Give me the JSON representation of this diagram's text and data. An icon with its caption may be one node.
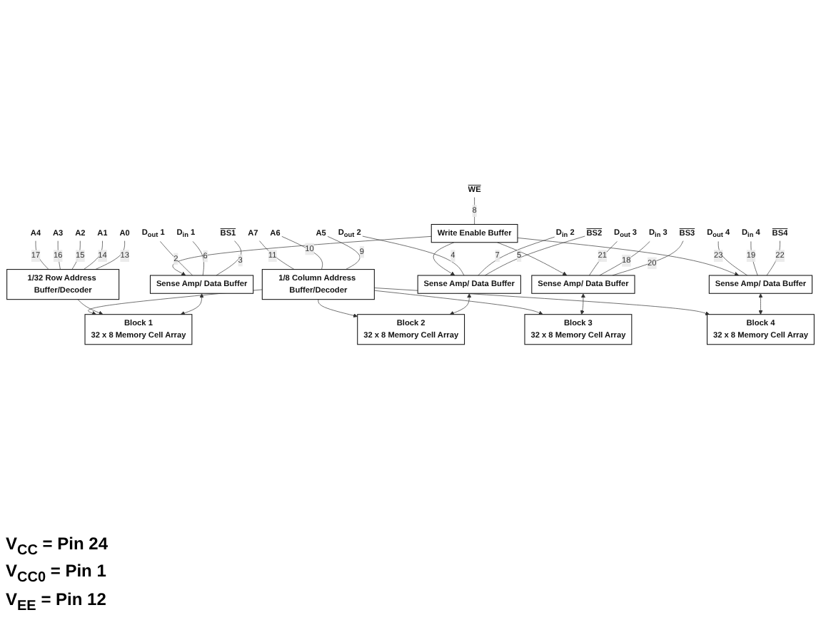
{
  "diagram": {
    "nodes": [
      {
        "text": [
          "WE"
        ]
      },
      {
        "text": [
          "BS1"
        ]
      },
      {
        "text": [
          "D$_{in}$ 1"
        ]
      },
      {
        "text": [
          "D$_{out}$ 1"
        ]
      },
      {
        "text": [
          "BS2"
        ]
      },
      {
        "text": [
          "D$_{in}$ 2"
        ]
      },
      {
        "text": [
          "D$_{out}$ 2"
        ]
      },
      {
        "text": [
          "BS3"
        ]
      },
      {
        "text": [
          "D$_{in}$ 3"
        ]
      },
      {
        "text": [
          "D$_{out}$ 3"
        ]
      },
      {
        "text": [
          "BS4"
        ]
      },
      {
        "text": [
          "D$_{in}$ 4"
        ]
      },
      {
        "text": [
          "D$_{out}$ 4"
        ]
      },
      {
        "text": [
          "Write Enable Buffer"
        ]
      },
      {
        "text": [
          "Sense Amp/ Data Buffer"
        ]
      },
      {
        "text": [
          "Sense Amp/ Data Buffer"
        ]
      },
      {
        "text": [
          "Sense Amp/ Data Buffer"
        ]
      },
      {
        "text": [
          "Sense Amp/ Data Buffer"
        ]
      },
      {
        "text": [
          "1/32 Row Address Buffer/Decoder"
        ]
      },
      {
        "text": [
          "Block 1",
          "32 x 8 Memory Cell Array"
        ]
      },
      {
        "text": [
          "Block 2",
          "32 x 8 Memory Cell Array"
        ]
      },
      {
        "text": [
          "Block 3",
          "32 x 8 Memory Cell Array"
        ]
      },
      {
        "text": [
          "Block 4",
          "32 x 8 Memory Cell Array"
        ]
      },
      {
        "text": [
          "1/8 Column Address Buffer/Decoder"
        ]
      },
      {
        "text": [
          "A0"
        ]
      },
      {
        "text": [
          "A1"
        ]
      },
      {
        "text": [
          "A2"
        ]
      },
      {
        "text": [
          "A3"
        ]
      },
      {
        "text": [
          "A4"
        ]
      },
      {
        "text": [
          "A5"
        ]
      },
      {
        "text": [
          "A6"
        ]
      },
      {
        "text": [
          "A7"
        ]
      }
    ],
    "edges": [
      {
        "from": 0,
        "to": 13,
        "arrow": "none",
        "label": "8"
      },
      {
        "from": 1,
        "to": 14,
        "arrow": "none",
        "label": "3"
      },
      {
        "from": 2,
        "to": 14,
        "arrow": "none",
        "label": "6"
      },
      {
        "from": 3,
        "to": 14,
        "arrow": "none",
        "label": "2"
      },
      {
        "from": 4,
        "to": 15,
        "arrow": "none",
        "label": "5"
      },
      {
        "from": 5,
        "to": 15,
        "arrow": "none",
        "label": "7"
      },
      {
        "from": 6,
        "to": 15,
        "arrow": "none",
        "label": "4"
      },
      {
        "from": 7,
        "to": 16,
        "arrow": "none",
        "label": "20"
      },
      {
        "from": 8,
        "to": 16,
        "arrow": "none",
        "label": "18"
      },
      {
        "from": 9,
        "to": 16,
        "arrow": "none",
        "label": "21"
      },
      {
        "from": 10,
        "to": 17,
        "arrow": "none",
        "label": "22"
      },
      {
        "from": 11,
        "to": 17,
        "arrow": "none",
        "label": "19"
      },
      {
        "from": 12,
        "to": 17,
        "arrow": "none",
        "label": "23"
      },
      {
        "from": 13,
        "to": 14,
        "arrow": "to"
      },
      {
        "from": 13,
        "to": 15,
        "arrow": "to"
      },
      {
        "from": 13,
        "to": 16,
        "arrow": "to"
      },
      {
        "from": 13,
        "to": 17,
        "arrow": "to"
      },
      {
        "from": 14,
        "to": 19,
        "arrow": "both"
      },
      {
        "from": 15,
        "to": 20,
        "arrow": "both"
      },
      {
        "from": 16,
        "to": 21,
        "arrow": "both"
      },
      {
        "from": 17,
        "to": 22,
        "arrow": "both"
      },
      {
        "from": 24,
        "to": 18,
        "arrow": "none",
        "label": "13"
      },
      {
        "from": 25,
        "to": 18,
        "arrow": "none",
        "label": "14"
      },
      {
        "from": 26,
        "to": 18,
        "arrow": "none",
        "label": "15"
      },
      {
        "from": 27,
        "to": 18,
        "arrow": "none",
        "label": "16"
      },
      {
        "from": 28,
        "to": 18,
        "arrow": "none",
        "label": "17"
      },
      {
        "from": 18,
        "to": 19,
        "arrow": "to"
      },
      {
        "from": 23,
        "to": 19,
        "arrow": "to"
      },
      {
        "from": 23,
        "to": 20,
        "arrow": "to"
      },
      {
        "from": 23,
        "to": 21,
        "arrow": "to"
      },
      {
        "from": 23,
        "to": 22,
        "arrow": "to"
      },
      {
        "from": 29,
        "to": 23,
        "arrow": "none",
        "label": "9"
      },
      {
        "from": 30,
        "to": 23,
        "arrow": "none",
        "label": "10"
      },
      {
        "from": 31,
        "to": 23,
        "arrow": "none",
        "label": "11"
      }
    ],
    "labels": [
      "V$_{CC}$ = Pin 24",
      "V$_{CC0}$ = Pin 1",
      "V$_{EE}$ = Pin 12"
    ]
  }
}
